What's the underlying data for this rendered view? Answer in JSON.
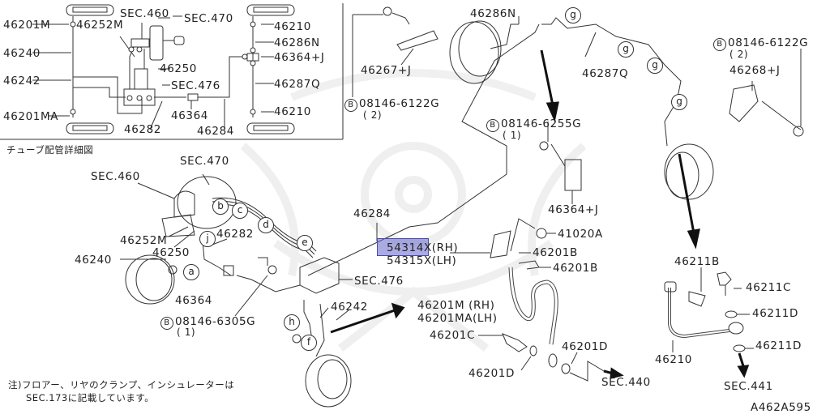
{
  "diagram": {
    "figure_code": "A462A595",
    "highlight_color": "#6666cc",
    "inset": {
      "caption": "チューブ配管詳細図",
      "labels": {
        "l_46201M": "46201M",
        "l_46252M": "46252M",
        "l_sec460": "SEC.460",
        "l_sec470": "SEC.470",
        "l_46240": "46240",
        "l_46250": "46250",
        "l_46242": "46242",
        "l_sec476": "SEC.476",
        "l_46201MA": "46201MA",
        "l_46364": "46364",
        "l_46282": "46282",
        "l_46284": "46284",
        "l_46210a": "46210",
        "l_46286N": "46286N",
        "l_46364J": "46364+J",
        "l_46287Q": "46287Q",
        "l_46210b": "46210"
      }
    },
    "main_labels": {
      "sec470": "SEC.470",
      "sec460": "SEC.460",
      "p46252M": "46252M",
      "p46282": "46282",
      "p46250": "46250",
      "p46240": "46240",
      "p46364": "46364",
      "bolt_6305G": "08146-6305G",
      "bolt_6305G_qty": "( 1)",
      "p46284": "46284",
      "p54314": "54314",
      "p54314_suffix": "X(RH)",
      "p54315": "54315X(LH)",
      "sec476": "SEC.476",
      "p46242": "46242",
      "p46201M_rh": "46201M (RH)",
      "p46201MA_lh": "46201MA(LH)",
      "p46201C": "46201C",
      "p46201D_a": "46201D",
      "p46201D_b": "46201D",
      "sec440": "SEC.440",
      "p41020A": "41020A",
      "p46201B_a": "46201B",
      "p46201B_b": "46201B",
      "p46364J": "46364+J",
      "bolt_6255G": "08146-6255G",
      "bolt_6255G_qty": "( 1)",
      "p46267J": "46267+J",
      "bolt_6122G_a": "08146-6122G",
      "bolt_6122G_a_qty": "( 2)",
      "p46286N": "46286N",
      "p46287Q": "46287Q",
      "bolt_6122G_b": "08146-6122G",
      "bolt_6122G_b_qty": "( 2)",
      "p46268J": "46268+J",
      "p46211B": "46211B",
      "p46211C": "46211C",
      "p46211D_a": "46211D",
      "p46211D_b": "46211D",
      "p46210": "46210",
      "sec441": "SEC.441",
      "b_mark": "B"
    },
    "callouts": {
      "a": "a",
      "b": "b",
      "c": "c",
      "d": "d",
      "e": "e",
      "f": "f",
      "h": "h",
      "j": "j",
      "g": "g"
    },
    "note": {
      "line1": "注)フロアー、リヤのクランプ、インシュレーターは",
      "line2": "SEC.173に記載しています。"
    }
  }
}
